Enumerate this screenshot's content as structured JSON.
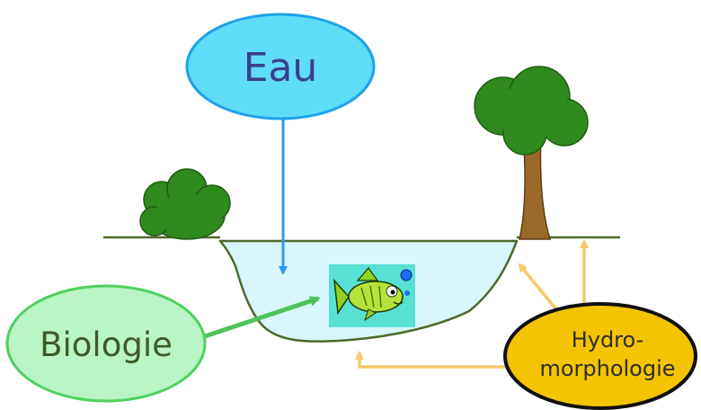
{
  "labels": {
    "eau": "Eau",
    "biologie": "Biologie",
    "hydro_line1": "Hydro-",
    "hydro_line2": "morphologie"
  },
  "colors": {
    "eau_fill": "#5fdcf7",
    "eau_stroke": "#1ea2e8",
    "eau_text": "#3b3f8f",
    "eau_arrow": "#2a9bf0",
    "bio_fill": "#b9f5c6",
    "bio_stroke": "#4fd15e",
    "bio_text": "#3f5a2a",
    "bio_arrow": "#4ec25a",
    "hydro_fill": "#f5c400",
    "hydro_stroke": "#101010",
    "hydro_text": "#2d2d2d",
    "hydro_arrow": "#f7c96a",
    "water": "#d8f6fb",
    "bank": "#4d6b2a",
    "foliage": "#2f8a1e",
    "trunk": "#9b6a2a",
    "fish_box": "#58e0d2"
  }
}
